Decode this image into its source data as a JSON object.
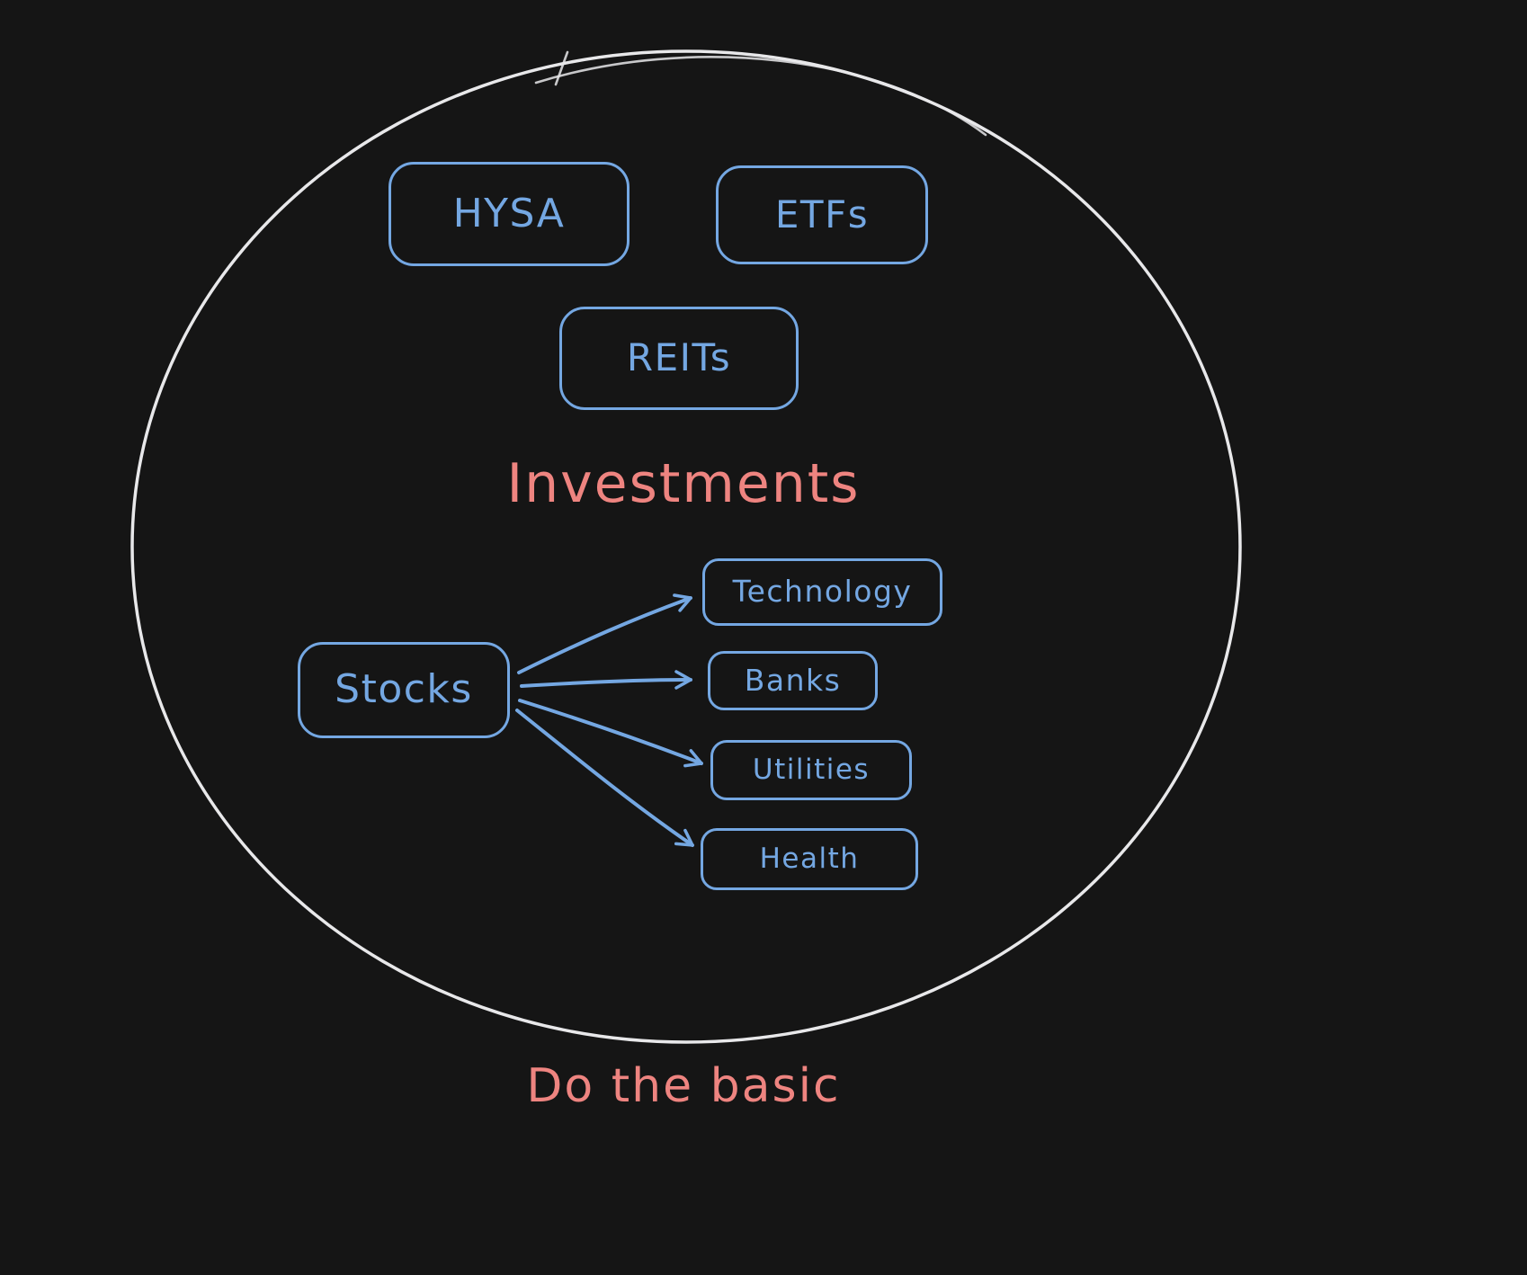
{
  "canvas": {
    "background": "#151515",
    "ellipse_color": "#e8e8ea",
    "accent_blue": "#74a7e2",
    "accent_red": "#ee8480"
  },
  "title": "Investments",
  "caption": "Do the basic",
  "nodes": {
    "hysa": {
      "label": "HYSA"
    },
    "etfs": {
      "label": "ETFs"
    },
    "reits": {
      "label": "REITs"
    },
    "stocks": {
      "label": "Stocks"
    },
    "technology": {
      "label": "Technology"
    },
    "banks": {
      "label": "Banks"
    },
    "utilities": {
      "label": "Utilities"
    },
    "health": {
      "label": "Health"
    }
  },
  "edges": [
    {
      "from": "Stocks",
      "to": "Technology"
    },
    {
      "from": "Stocks",
      "to": "Banks"
    },
    {
      "from": "Stocks",
      "to": "Utilities"
    },
    {
      "from": "Stocks",
      "to": "Health"
    }
  ]
}
